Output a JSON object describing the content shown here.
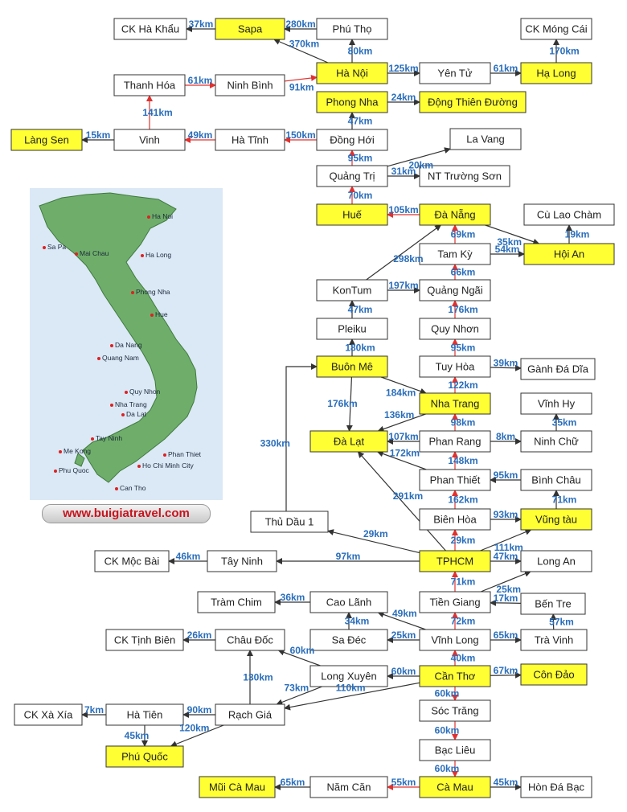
{
  "colors": {
    "highlight": "#ffff33",
    "normal": "#ffffff",
    "arrow_red": "#e0312f",
    "arrow_dark": "#333333",
    "distance": "#2a6ebb"
  },
  "nodes": [
    {
      "id": "ck_ha_khau",
      "label": "CK Hà Khẩu",
      "hl": false
    },
    {
      "id": "sapa",
      "label": "Sapa",
      "hl": true
    },
    {
      "id": "phu_tho",
      "label": "Phú Thọ",
      "hl": false
    },
    {
      "id": "ck_mong_cai",
      "label": "CK Móng Cái",
      "hl": false
    },
    {
      "id": "ha_noi",
      "label": "Hà Nội",
      "hl": true
    },
    {
      "id": "yen_tu",
      "label": "Yên Tử",
      "hl": false
    },
    {
      "id": "ha_long",
      "label": "Hạ Long",
      "hl": true
    },
    {
      "id": "thanh_hoa",
      "label": "Thanh Hóa",
      "hl": false
    },
    {
      "id": "ninh_binh",
      "label": "Ninh Bình",
      "hl": false
    },
    {
      "id": "phong_nha",
      "label": "Phong Nha",
      "hl": true
    },
    {
      "id": "dong_thien_duong",
      "label": "Động Thiên Đường",
      "hl": true
    },
    {
      "id": "lang_sen",
      "label": "Làng Sen",
      "hl": true
    },
    {
      "id": "vinh",
      "label": "Vinh",
      "hl": false
    },
    {
      "id": "ha_tinh",
      "label": "Hà Tĩnh",
      "hl": false
    },
    {
      "id": "dong_hoi",
      "label": "Đồng Hới",
      "hl": false
    },
    {
      "id": "la_vang",
      "label": "La Vang",
      "hl": false
    },
    {
      "id": "quang_tri",
      "label": "Quảng Trị",
      "hl": false
    },
    {
      "id": "nt_truong_son",
      "label": "NT Trường Sơn",
      "hl": false
    },
    {
      "id": "hue",
      "label": "Huế",
      "hl": true
    },
    {
      "id": "da_nang",
      "label": "Đà Nẵng",
      "hl": true
    },
    {
      "id": "cu_lao_cham",
      "label": "Cù Lao Chàm",
      "hl": false
    },
    {
      "id": "tam_ky",
      "label": "Tam Kỳ",
      "hl": false
    },
    {
      "id": "hoi_an",
      "label": "Hội An",
      "hl": true
    },
    {
      "id": "kontum",
      "label": "KonTum",
      "hl": false
    },
    {
      "id": "quang_ngai",
      "label": "Quảng Ngãi",
      "hl": false
    },
    {
      "id": "pleiku",
      "label": "Pleiku",
      "hl": false
    },
    {
      "id": "quy_nhon",
      "label": "Quy Nhơn",
      "hl": false
    },
    {
      "id": "buon_me",
      "label": "Buôn Mê",
      "hl": true
    },
    {
      "id": "tuy_hoa",
      "label": "Tuy Hòa",
      "hl": false
    },
    {
      "id": "ganh_da_dia",
      "label": "Gành Đá Dĩa",
      "hl": false
    },
    {
      "id": "nha_trang",
      "label": "Nha Trang",
      "hl": true
    },
    {
      "id": "vinh_hy",
      "label": "Vĩnh Hy",
      "hl": false
    },
    {
      "id": "da_lat",
      "label": "Đà Lạt",
      "hl": true
    },
    {
      "id": "phan_rang",
      "label": "Phan Rang",
      "hl": false
    },
    {
      "id": "ninh_chu",
      "label": "Ninh Chữ",
      "hl": false
    },
    {
      "id": "phan_thiet",
      "label": "Phan Thiết",
      "hl": false
    },
    {
      "id": "binh_chau",
      "label": "Bình Châu",
      "hl": false
    },
    {
      "id": "thu_dau_1",
      "label": "Thủ Dầu 1",
      "hl": false
    },
    {
      "id": "bien_hoa",
      "label": "Biên Hòa",
      "hl": false
    },
    {
      "id": "vung_tau",
      "label": "Vũng tàu",
      "hl": true
    },
    {
      "id": "ck_moc_bai",
      "label": "CK Mộc Bài",
      "hl": false
    },
    {
      "id": "tay_ninh",
      "label": "Tây Ninh",
      "hl": false
    },
    {
      "id": "tphcm",
      "label": "TPHCM",
      "hl": true
    },
    {
      "id": "long_an",
      "label": "Long An",
      "hl": false
    },
    {
      "id": "tram_chim",
      "label": "Tràm Chim",
      "hl": false
    },
    {
      "id": "cao_lanh",
      "label": "Cao Lãnh",
      "hl": false
    },
    {
      "id": "tien_giang",
      "label": "Tiền Giang",
      "hl": false
    },
    {
      "id": "ben_tre",
      "label": "Bến Tre",
      "hl": false
    },
    {
      "id": "ck_tinh_bien",
      "label": "CK Tịnh Biên",
      "hl": false
    },
    {
      "id": "chau_doc",
      "label": "Châu Đốc",
      "hl": false
    },
    {
      "id": "sa_dec",
      "label": "Sa Đéc",
      "hl": false
    },
    {
      "id": "vinh_long",
      "label": "Vĩnh Long",
      "hl": false
    },
    {
      "id": "tra_vinh",
      "label": "Trà Vinh",
      "hl": false
    },
    {
      "id": "long_xuyen",
      "label": "Long Xuyên",
      "hl": false
    },
    {
      "id": "can_tho",
      "label": "Cần Thơ",
      "hl": true
    },
    {
      "id": "con_dao",
      "label": "Côn Đảo",
      "hl": true
    },
    {
      "id": "ck_xa_xia",
      "label": "CK Xà Xía",
      "hl": false
    },
    {
      "id": "ha_tien",
      "label": "Hà Tiên",
      "hl": false
    },
    {
      "id": "rach_gia",
      "label": "Rạch Giá",
      "hl": false
    },
    {
      "id": "soc_trang",
      "label": "Sóc Trăng",
      "hl": false
    },
    {
      "id": "phu_quoc",
      "label": "Phú Quốc",
      "hl": true
    },
    {
      "id": "bac_lieu",
      "label": "Bạc Liêu",
      "hl": false
    },
    {
      "id": "mui_ca_mau",
      "label": "Mũi Cà Mau",
      "hl": true
    },
    {
      "id": "nam_can",
      "label": "Năm Căn",
      "hl": false
    },
    {
      "id": "ca_mau",
      "label": "Cà Mau",
      "hl": true
    },
    {
      "id": "hon_da_bac",
      "label": "Hòn Đá Bạc",
      "hl": false
    }
  ],
  "edges": [
    {
      "from": "sapa",
      "to": "ck_ha_khau",
      "km": "37km",
      "red": false
    },
    {
      "from": "phu_tho",
      "to": "sapa",
      "km": "280km",
      "red": false
    },
    {
      "from": "ha_noi",
      "to": "sapa",
      "km": "370km",
      "red": false
    },
    {
      "from": "ha_noi",
      "to": "phu_tho",
      "km": "80km",
      "red": false
    },
    {
      "from": "ha_noi",
      "to": "yen_tu",
      "km": "125km",
      "red": false
    },
    {
      "from": "yen_tu",
      "to": "ha_long",
      "km": "61km",
      "red": false
    },
    {
      "from": "ha_long",
      "to": "ck_mong_cai",
      "km": "170km",
      "red": false
    },
    {
      "from": "ninh_binh",
      "to": "ha_noi",
      "km": "91km",
      "red": true
    },
    {
      "from": "thanh_hoa",
      "to": "ninh_binh",
      "km": "61km",
      "red": true
    },
    {
      "from": "vinh",
      "to": "thanh_hoa",
      "km": "141km",
      "red": true
    },
    {
      "from": "vinh",
      "to": "lang_sen",
      "km": "15km",
      "red": false
    },
    {
      "from": "ha_tinh",
      "to": "vinh",
      "km": "49km",
      "red": true
    },
    {
      "from": "dong_hoi",
      "to": "ha_tinh",
      "km": "150km",
      "red": true
    },
    {
      "from": "phong_nha",
      "to": "dong_thien_duong",
      "km": "24km",
      "red": false
    },
    {
      "from": "dong_hoi",
      "to": "phong_nha",
      "km": "47km",
      "red": false
    },
    {
      "from": "quang_tri",
      "to": "dong_hoi",
      "km": "95km",
      "red": true
    },
    {
      "from": "quang_tri",
      "to": "la_vang",
      "km": "20km",
      "red": false
    },
    {
      "from": "quang_tri",
      "to": "nt_truong_son",
      "km": "31km",
      "red": false
    },
    {
      "from": "hue",
      "to": "quang_tri",
      "km": "70km",
      "red": true
    },
    {
      "from": "da_nang",
      "to": "hue",
      "km": "105km",
      "red": true
    },
    {
      "from": "da_nang",
      "to": "hoi_an",
      "km": "35km",
      "red": false
    },
    {
      "from": "tam_ky",
      "to": "da_nang",
      "km": "69km",
      "red": true
    },
    {
      "from": "tam_ky",
      "to": "hoi_an",
      "km": "54km",
      "red": false
    },
    {
      "from": "hoi_an",
      "to": "cu_lao_cham",
      "km": "19km",
      "red": false
    },
    {
      "from": "kontum",
      "to": "da_nang",
      "km": "298km",
      "red": false
    },
    {
      "from": "kontum",
      "to": "quang_ngai",
      "km": "197km",
      "red": false
    },
    {
      "from": "quang_ngai",
      "to": "tam_ky",
      "km": "66km",
      "red": true
    },
    {
      "from": "pleiku",
      "to": "kontum",
      "km": "47km",
      "red": false
    },
    {
      "from": "quy_nhon",
      "to": "quang_ngai",
      "km": "176km",
      "red": true
    },
    {
      "from": "buon_me",
      "to": "pleiku",
      "km": "180km",
      "red": false
    },
    {
      "from": "tuy_hoa",
      "to": "quy_nhon",
      "km": "95km",
      "red": true
    },
    {
      "from": "tuy_hoa",
      "to": "ganh_da_dia",
      "km": "39km",
      "red": false
    },
    {
      "from": "nha_trang",
      "to": "tuy_hoa",
      "km": "122km",
      "red": true
    },
    {
      "from": "buon_me",
      "to": "nha_trang",
      "km": "184km",
      "red": false
    },
    {
      "from": "buon_me",
      "to": "da_lat",
      "km": "176km",
      "red": false
    },
    {
      "from": "nha_trang",
      "to": "da_lat",
      "km": "136km",
      "red": false
    },
    {
      "from": "phan_rang",
      "to": "nha_trang",
      "km": "98km",
      "red": true
    },
    {
      "from": "phan_rang",
      "to": "da_lat",
      "km": "107km",
      "red": false
    },
    {
      "from": "phan_rang",
      "to": "ninh_chu",
      "km": "8km",
      "red": false
    },
    {
      "from": "ninh_chu",
      "to": "vinh_hy",
      "km": "35km",
      "red": false
    },
    {
      "from": "phan_thiet",
      "to": "phan_rang",
      "km": "148km",
      "red": true
    },
    {
      "from": "phan_thiet",
      "to": "da_lat",
      "km": "172km",
      "red": false
    },
    {
      "from": "bien_hoa",
      "to": "phan_thiet",
      "km": "162km",
      "red": true
    },
    {
      "from": "binh_chau",
      "to": "phan_thiet",
      "km": "95km",
      "red": false
    },
    {
      "from": "vung_tau",
      "to": "binh_chau",
      "km": "71km",
      "red": false
    },
    {
      "from": "thu_dau_1",
      "to": "buon_me",
      "km": "330km",
      "red": false
    },
    {
      "from": "tphcm",
      "to": "da_lat",
      "km": "291km",
      "red": false
    },
    {
      "from": "tphcm",
      "to": "thu_dau_1",
      "km": "29km",
      "red": false
    },
    {
      "from": "tphcm",
      "to": "bien_hoa",
      "km": "29km",
      "red": true
    },
    {
      "from": "bien_hoa",
      "to": "vung_tau",
      "km": "93km",
      "red": false
    },
    {
      "from": "tphcm",
      "to": "vung_tau",
      "km": "111km",
      "red": false
    },
    {
      "from": "tphcm",
      "to": "tay_ninh",
      "km": "97km",
      "red": false
    },
    {
      "from": "tay_ninh",
      "to": "ck_moc_bai",
      "km": "46km",
      "red": false
    },
    {
      "from": "tphcm",
      "to": "long_an",
      "km": "47km",
      "red": false
    },
    {
      "from": "tien_giang",
      "to": "tphcm",
      "km": "71km",
      "red": true
    },
    {
      "from": "tien_giang",
      "to": "long_an",
      "km": "25km",
      "red": false
    },
    {
      "from": "ben_tre",
      "to": "tien_giang",
      "km": "17km",
      "red": false
    },
    {
      "from": "tra_vinh",
      "to": "ben_tre",
      "km": "57km",
      "red": false
    },
    {
      "from": "vinh_long",
      "to": "tien_giang",
      "km": "72km",
      "red": true
    },
    {
      "from": "vinh_long",
      "to": "cao_lanh",
      "km": "49km",
      "red": false
    },
    {
      "from": "cao_lanh",
      "to": "tram_chim",
      "km": "36km",
      "red": false
    },
    {
      "from": "sa_dec",
      "to": "cao_lanh",
      "km": "34km",
      "red": false
    },
    {
      "from": "vinh_long",
      "to": "sa_dec",
      "km": "25km",
      "red": false
    },
    {
      "from": "vinh_long",
      "to": "tra_vinh",
      "km": "65km",
      "red": false
    },
    {
      "from": "can_tho",
      "to": "vinh_long",
      "km": "40km",
      "red": true
    },
    {
      "from": "can_tho",
      "to": "con_dao",
      "km": "67km",
      "red": false
    },
    {
      "from": "can_tho",
      "to": "long_xuyen",
      "km": "60km",
      "red": false
    },
    {
      "from": "long_xuyen",
      "to": "chau_doc",
      "km": "60km",
      "red": false
    },
    {
      "from": "chau_doc",
      "to": "ck_tinh_bien",
      "km": "26km",
      "red": false
    },
    {
      "from": "long_xuyen",
      "to": "rach_gia",
      "km": "73km",
      "red": false
    },
    {
      "from": "rach_gia",
      "to": "chau_doc",
      "km": "130km",
      "red": false
    },
    {
      "from": "can_tho",
      "to": "rach_gia",
      "km": "110km",
      "red": false
    },
    {
      "from": "rach_gia",
      "to": "ha_tien",
      "km": "90km",
      "red": false
    },
    {
      "from": "ha_tien",
      "to": "ck_xa_xia",
      "km": "7km",
      "red": false
    },
    {
      "from": "ha_tien",
      "to": "phu_quoc",
      "km": "45km",
      "red": false
    },
    {
      "from": "rach_gia",
      "to": "phu_quoc",
      "km": "120km",
      "red": false
    },
    {
      "from": "can_tho",
      "to": "soc_trang",
      "km": "60km",
      "red": true
    },
    {
      "from": "soc_trang",
      "to": "bac_lieu",
      "km": "60km",
      "red": true
    },
    {
      "from": "bac_lieu",
      "to": "ca_mau",
      "km": "60km",
      "red": true
    },
    {
      "from": "ca_mau",
      "to": "nam_can",
      "km": "55km",
      "red": true
    },
    {
      "from": "nam_can",
      "to": "mui_ca_mau",
      "km": "65km",
      "red": false
    },
    {
      "from": "ca_mau",
      "to": "hon_da_bac",
      "km": "45km",
      "red": false
    }
  ],
  "map": {
    "cities": [
      "Ha Noi",
      "Sa Pa",
      "Mai Chau",
      "Ha Long",
      "Phong Nha",
      "Hue",
      "Da Nang",
      "Quang Nam",
      "Quy Nhon",
      "Nha Trang",
      "Da Lat",
      "Tay Ninh",
      "Me Kong",
      "Phu Quoc",
      "Phan Thiet",
      "Ho Chi Minh City",
      "Can Tho"
    ]
  },
  "website": "www.buigiatravel.com"
}
